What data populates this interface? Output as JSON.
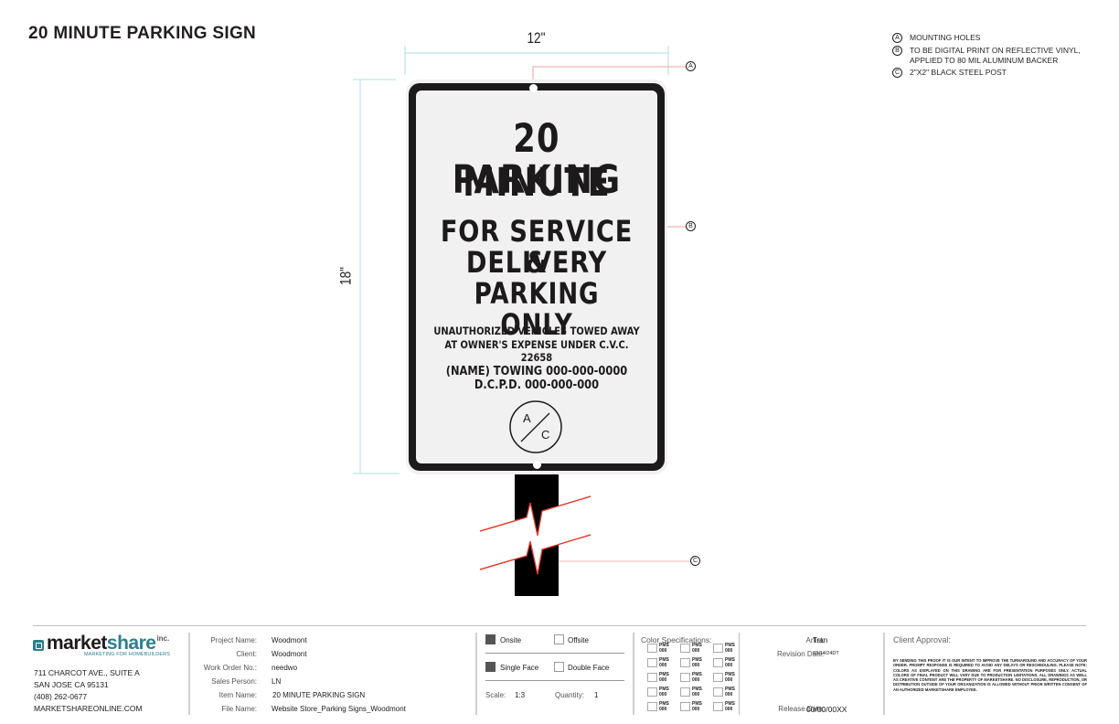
{
  "sheet": {
    "title": "20 MINUTE PARKING SIGN"
  },
  "legend": [
    {
      "mark": "A",
      "text": "MOUNTING HOLES"
    },
    {
      "mark": "B",
      "text": "TO BE DIGITAL PRINT ON REFLECTIVE VINYL,\nAPPLIED TO 80 MIL ALUMINUM BACKER"
    },
    {
      "mark": "C",
      "text": "2\"X2\" BLACK STEEL POST"
    }
  ],
  "dimensions": {
    "width": "12\"",
    "height": "18\""
  },
  "callouts": {
    "a": "A",
    "b": "B",
    "c": "C"
  },
  "sign": {
    "line1": "20 MINUTE",
    "line2": "PARKING",
    "line3": "FOR SERVICE &",
    "line4": "DELIVERY",
    "line5": "PARKING ONLY",
    "small1": "UNAUTHORIZED VEHICLES TOWED AWAY",
    "small2": "AT OWNER'S EXPENSE UNDER C.V.C. 22658",
    "contact1": "(NAME) TOWING 000-000-0000",
    "contact2": "D.C.P.D. 000-000-000",
    "ac_top": "A",
    "ac_bottom": "C"
  },
  "colors": {
    "sign_face": "#f1f1f2",
    "sign_border": "#1d1a1b",
    "dimension_line": "#bfe3ea",
    "callout_line": "#f0a0a0",
    "break_line": "#e63a2a",
    "brand_teal": "#2a7f8e"
  },
  "company": {
    "logo_part1": "market",
    "logo_part2": "share",
    "logo_inc": "inc.",
    "tagline": "MARKETING FOR HOMEBUILDERS",
    "address1": "711 CHARCOT AVE., SUITE A",
    "address2": "SAN JOSE CA 95131",
    "phone": "(408) 262-0677",
    "website": "MARKETSHAREONLINE.COM"
  },
  "project": {
    "fields": [
      {
        "label": "Project Name:",
        "value": "Woodmont"
      },
      {
        "label": "Client:",
        "value": "Woodmont"
      },
      {
        "label": "Work Order No.:",
        "value": "needwo"
      },
      {
        "label": "Sales Person:",
        "value": "LN"
      },
      {
        "label": "Item Name:",
        "value": "20 MINUTE PARKING SIGN"
      },
      {
        "label": "File Name:",
        "value": "Website Store_Parking Signs_Woodmont"
      }
    ]
  },
  "options": {
    "onsite": {
      "label": "Onsite",
      "checked": true
    },
    "offsite": {
      "label": "Offsite",
      "checked": false
    },
    "single_face": {
      "label": "Single Face",
      "checked": true
    },
    "double_face": {
      "label": "Double Face",
      "checked": false
    },
    "scale_label": "Scale:",
    "scale_value": "1:3",
    "quantity_label": "Quantity:",
    "quantity_value": "1"
  },
  "color_specs": {
    "title": "Color Specifications:",
    "swatch_label": "PMS",
    "swatch_value": "000",
    "rows": 5,
    "cols": 3
  },
  "artist": {
    "artist_label": "Artist:",
    "artist_value": "Tran",
    "revision_label": "Revision Date:",
    "revision_value": "03/14/24DT",
    "release_label": "Release Date:",
    "release_value": "00/00/00XX"
  },
  "approval": {
    "label": "Client Approval:",
    "disclaimer": "By sending this proof it is our intent to improve the turnaround and accuracy of your order. Prompt response is required to avoid any delays or rescheduling. Please note: colors as displayed on this drawing are for presentation purposes only. Actual colors of final product will vary due to production limitations. All drawings as well as creative content are the property of MarketShare. No disclosure, reproduction, or distribution outside of your organization is allowed without prior written consent of an authorized MarketShare employee."
  }
}
